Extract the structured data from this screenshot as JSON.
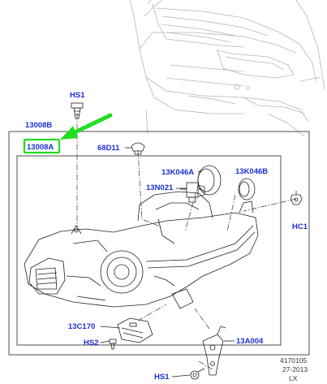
{
  "labels": {
    "hs1_top": "HS1",
    "l13008b": "13008B",
    "l13008a": "13008A",
    "l68d11": "68D11",
    "l13k046a": "13K046A",
    "l13k046b": "13K046B",
    "l13n021": "13N021",
    "hc1": "HC1",
    "l13c170": "13C170",
    "hs2": "HS2",
    "l13a004": "13A004",
    "hs1_bottom": "HS1"
  },
  "footer": {
    "code": "4170105",
    "date": "27-2013",
    "region": "LX"
  },
  "colors": {
    "label": "#1a2fd6",
    "highlight": "#22dd22",
    "line": "#222222",
    "vehicle": "#b5b5b5"
  }
}
